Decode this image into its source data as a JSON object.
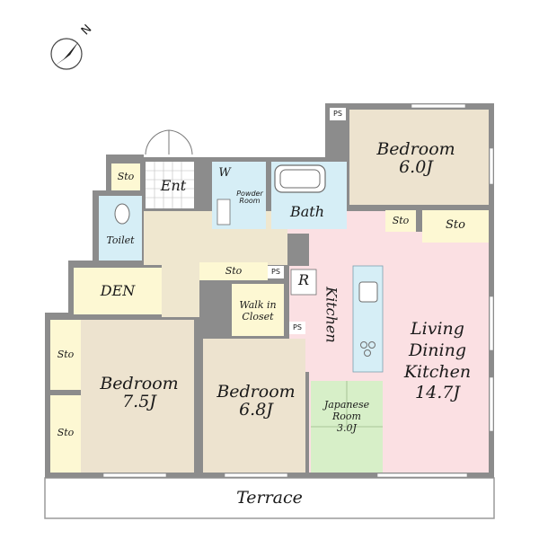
{
  "compass": {
    "label": "N"
  },
  "rooms": {
    "bedroom_top": {
      "name": "Bedroom",
      "size": "6.0J"
    },
    "bedroom_left": {
      "name": "Bedroom",
      "size": "7.5J"
    },
    "bedroom_mid": {
      "name": "Bedroom",
      "size": "6.8J"
    },
    "ldk": {
      "line1": "Living",
      "line2": "Dining",
      "line3": "Kitchen",
      "size": "14.7J"
    },
    "japanese": {
      "line1": "Japanese",
      "line2": "Room",
      "size": "3.0J"
    },
    "kitchen": "Kitchen",
    "bath": "Bath",
    "powder": {
      "line1": "Powder",
      "line2": "Room"
    },
    "washer": "W",
    "toilet": "Toilet",
    "entrance": "Ent",
    "den": "DEN",
    "walkin": {
      "line1": "Walk in",
      "line2": "Closet"
    },
    "fridge": "R",
    "terrace": "Terrace"
  },
  "storage": {
    "entrance": "Sto",
    "top_small": "Sto",
    "top_big": "Sto",
    "hall": "Sto",
    "left_upper": "Sto",
    "left_lower": "Sto"
  },
  "pipe_space": {
    "top": "PS",
    "hall": "PS",
    "kitchen": "PS"
  },
  "colors": {
    "wall": "#8c8c8c",
    "bedroom": "#ede3cf",
    "ldk": "#fbe0e3",
    "wet": "#d6eef6",
    "hall": "#efe7cf",
    "storage": "#fdf8d3",
    "japanese": "#d7efc8",
    "entrance_tile": "#d8d8d8"
  }
}
